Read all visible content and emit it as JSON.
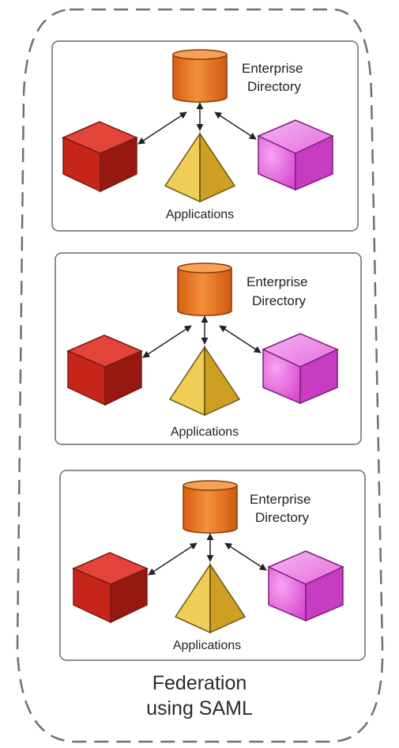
{
  "outer": {
    "caption_line1": "Federation",
    "caption_line2": "using SAML"
  },
  "panels": [
    {
      "directory_label_line1": "Enterprise",
      "directory_label_line2": "Directory",
      "apps_label": "Applications"
    },
    {
      "directory_label_line1": "Enterprise",
      "directory_label_line2": "Directory",
      "apps_label": "Applications"
    },
    {
      "directory_label_line1": "Enterprise",
      "directory_label_line2": "Directory",
      "apps_label": "Applications"
    }
  ],
  "colors": {
    "cylinder": "#e8761e",
    "red_cube": "#c8251a",
    "pyramid": "#e2b93a",
    "pink_cube": "#df5ad6",
    "outline": "#6a6a6a",
    "dashed_border": "#707070"
  }
}
